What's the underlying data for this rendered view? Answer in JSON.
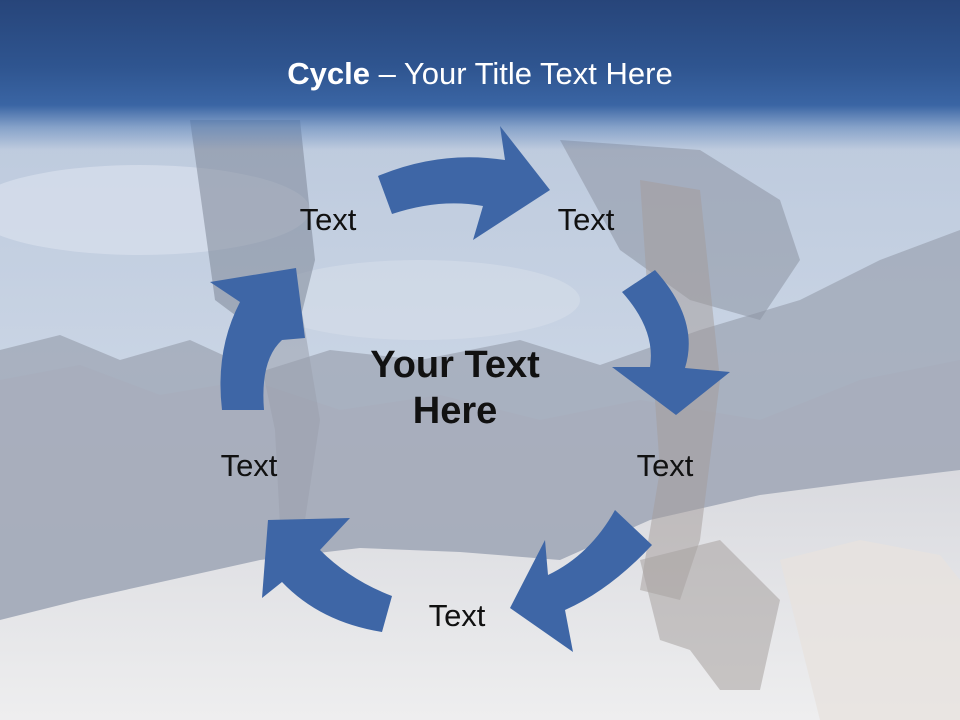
{
  "slide": {
    "title_bold": "Cycle",
    "title_rest": " – Your Title Text Here",
    "center_text_line1": "Your Text",
    "center_text_line2": "Here",
    "nodes": [
      "Text",
      "Text",
      "Text",
      "Text",
      "Text"
    ]
  },
  "colors": {
    "title_bar": "#2f5590",
    "arrow_fill": "#3e66a6",
    "label_text": "#111111",
    "background_sky": "#c3cfe0",
    "background_rock": "#e4e4e6"
  },
  "icons": {
    "arrow": "curved-arrow-icon"
  }
}
